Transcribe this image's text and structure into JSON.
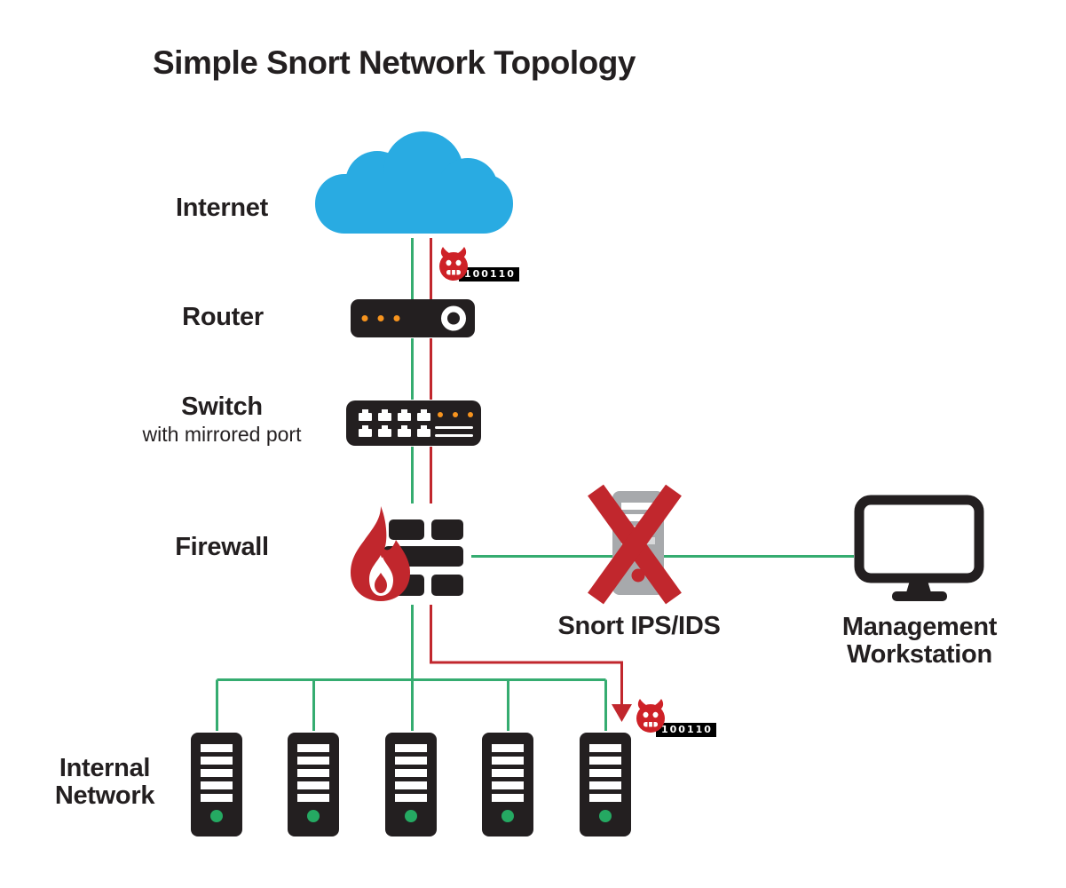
{
  "title": "Simple Snort Network Topology",
  "colors": {
    "ink": "#231F20",
    "cloud_blue": "#29ABE2",
    "line_green": "#35AC70",
    "line_red": "#C1272D",
    "flame_red": "#C1272D",
    "devil_red": "#CE2127",
    "server_gray": "#A7A9AC",
    "slot_gray": "#D8D9DB",
    "orange": "#F7941E",
    "dot_green": "#25A962",
    "badge_bg": "#000000",
    "badge_text": "#FFFFFF"
  },
  "nodes": {
    "internet": {
      "label": "Internet"
    },
    "router": {
      "label": "Router"
    },
    "switch": {
      "label": "Switch",
      "sublabel": "with mirrored port"
    },
    "firewall": {
      "label": "Firewall"
    },
    "snort": {
      "label": "Snort IPS/IDS"
    },
    "workstation": {
      "label_line1": "Management",
      "label_line2": "Workstation"
    },
    "internal_network": {
      "label_line1": "Internal",
      "label_line2": "Network",
      "server_count": 5
    }
  },
  "threats": {
    "top_badge": "100110",
    "bottom_badge": "100110"
  }
}
